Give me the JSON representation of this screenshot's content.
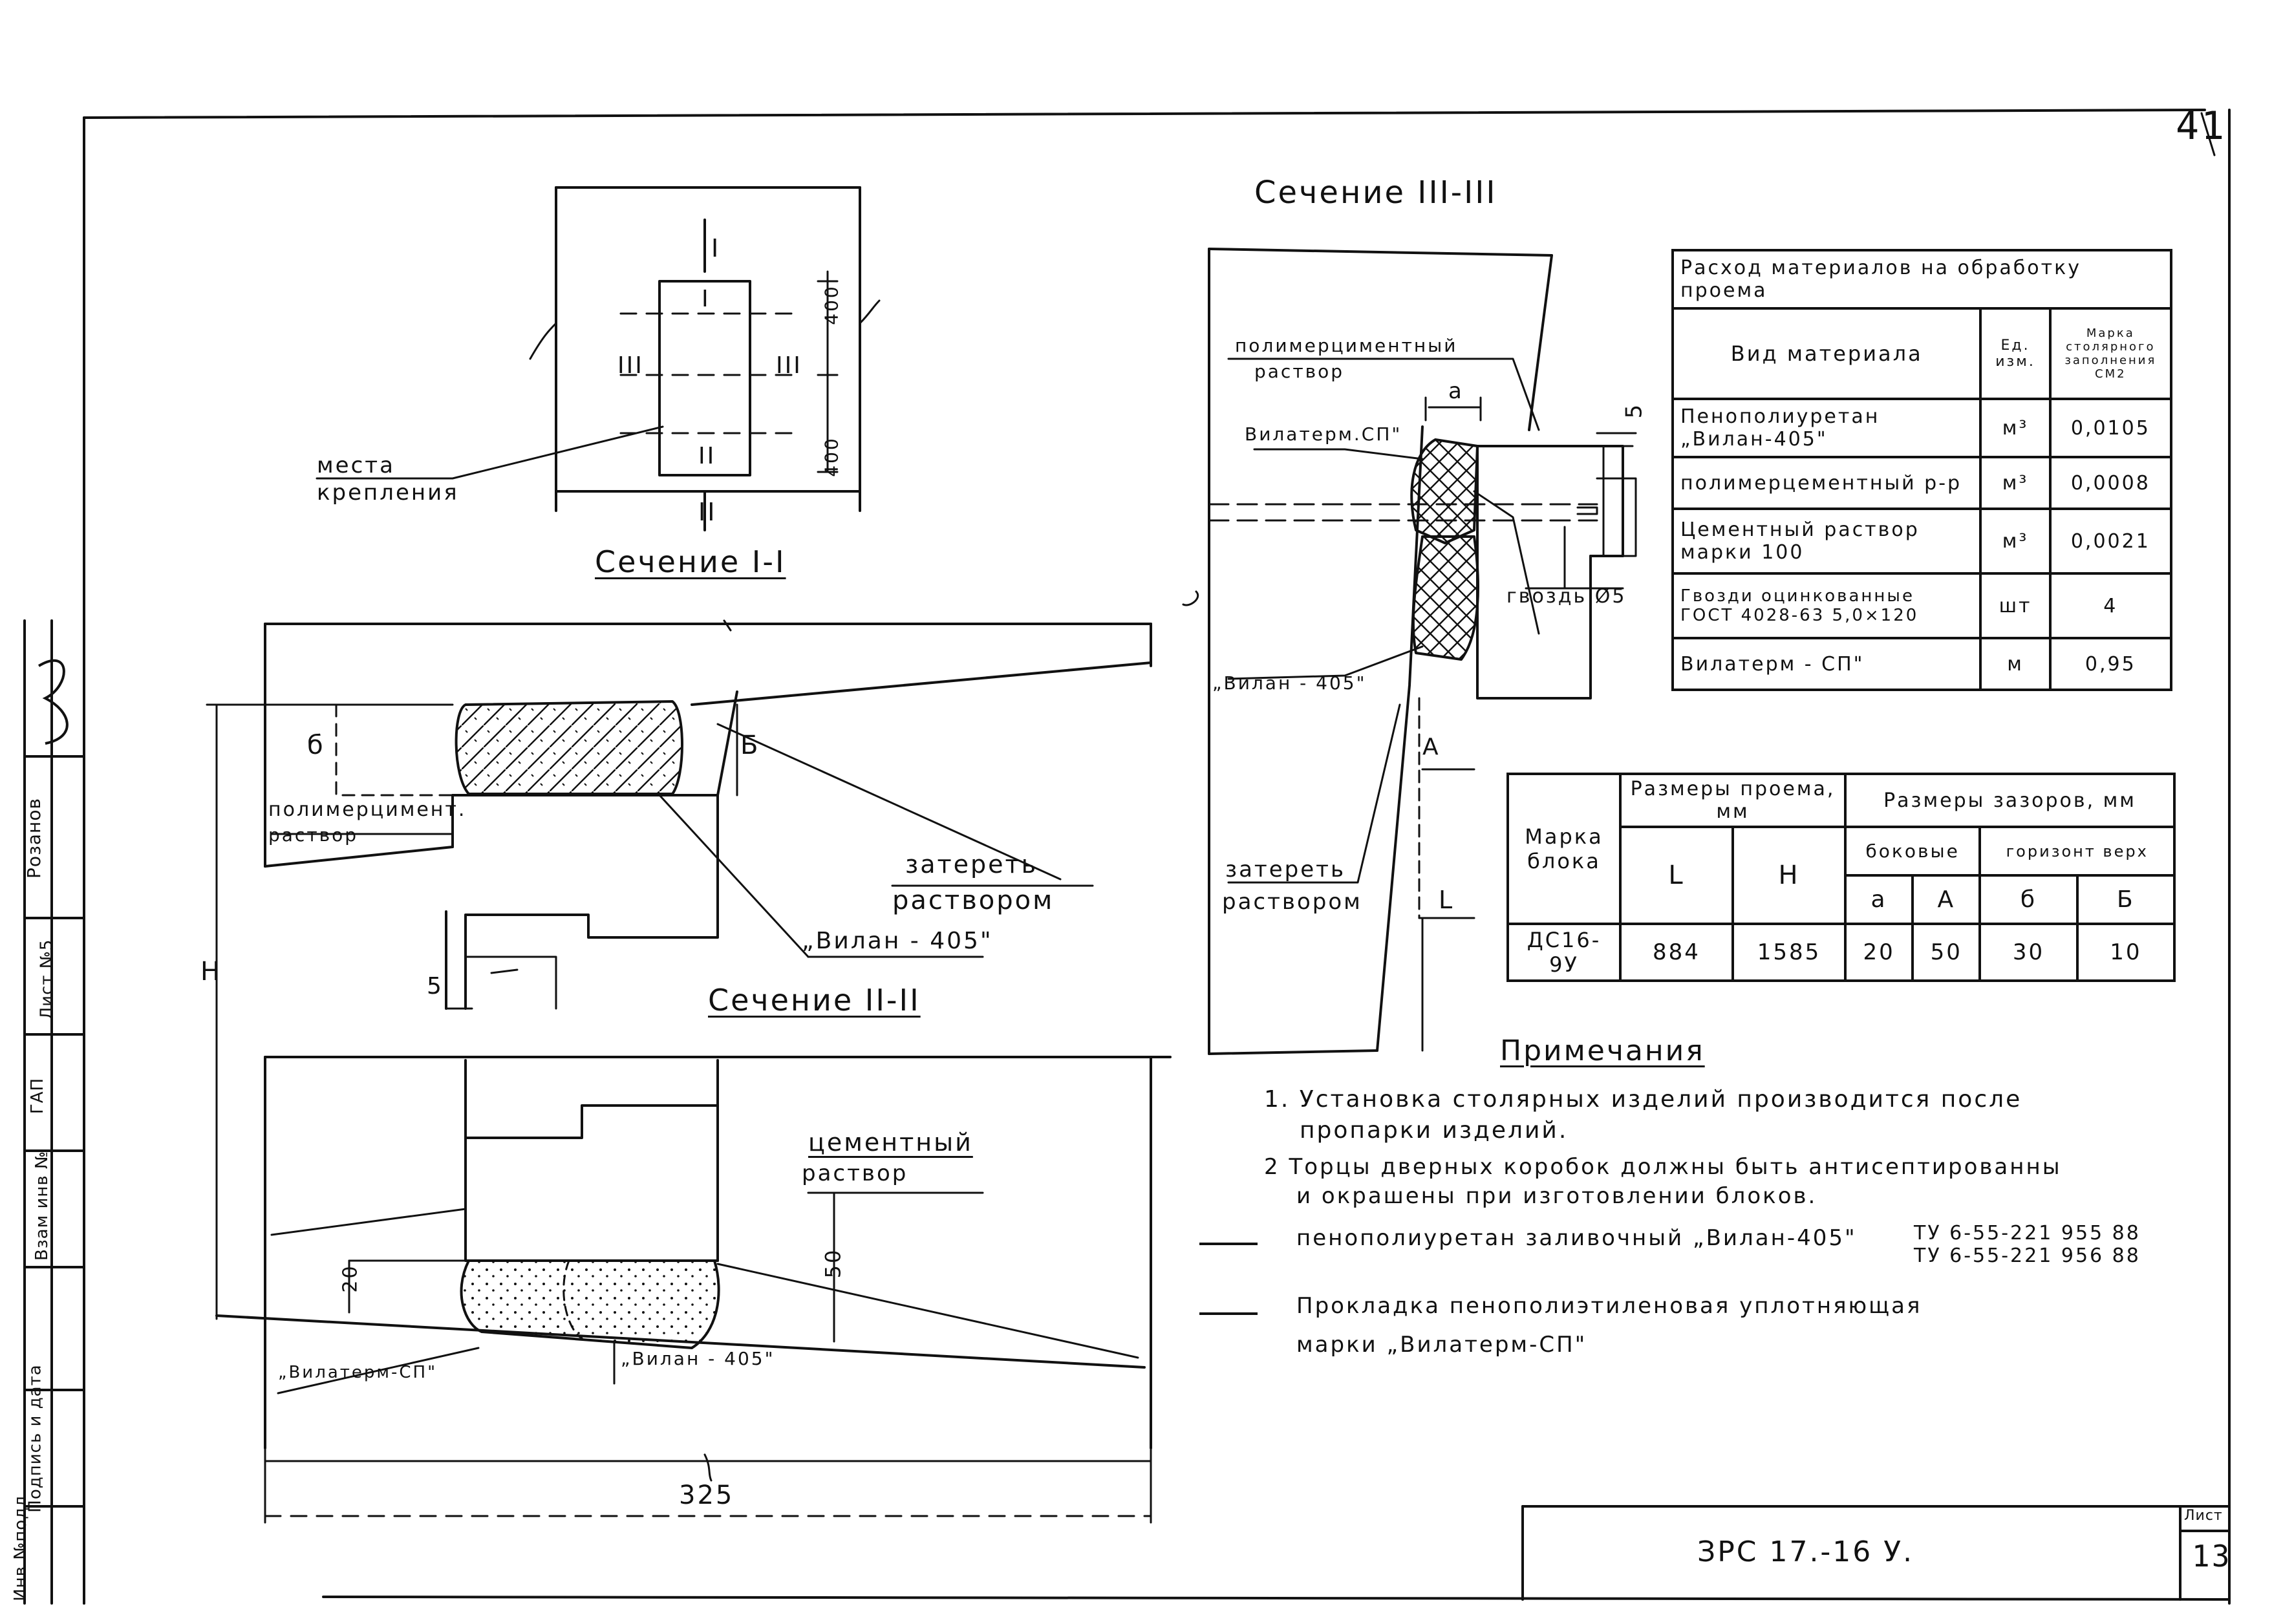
{
  "page_number": "41",
  "sections": {
    "s1": "Сечение I-I",
    "s2": "Сечение II-II",
    "s3": "Сечение III-III"
  },
  "plan": {
    "mark_I": "I",
    "mark_II": "II",
    "mark_III_left": "III",
    "mark_III_right": "III",
    "dim_top": "400",
    "dim_bottom": "400",
    "label_line1": "места",
    "label_line2": "крепления"
  },
  "s1_labels": {
    "polymer_line1": "полимерцимент.",
    "polymer_line2": "раствор",
    "small_b": "б",
    "big_B": "Б",
    "rub_line1": "затереть",
    "rub_line2": "раствором",
    "vilan": "„Вилан - 405\"",
    "dim_5": "5",
    "dim_H": "Н"
  },
  "s2_labels": {
    "cement_line1": "цементный",
    "cement_line2": "раствор",
    "dim_20": "20",
    "dim_50": "50",
    "vilaterm": "„Вилатерм-СП\"",
    "vilan": "„Вилан - 405\"",
    "dim_325": "325"
  },
  "s3_labels": {
    "polymer_line1": "полимерцимент­ный",
    "polymer_line2": "раствор",
    "vilaterm": "Вилатерм.СП\"",
    "vilan": "„Вилан - 405\"",
    "nail": "гвоздь Ø5",
    "rub_line1": "затереть",
    "rub_line2": "раствором",
    "dim_a": "а",
    "dim_5": "5",
    "dim_A": "А",
    "dim_L": "L"
  },
  "materials_table": {
    "title": "Расход материалов на обработку проема",
    "headers": [
      "Вид материала",
      "Ед. изм.",
      "Марка столярного заполнения СМ2"
    ],
    "rows": [
      {
        "material": "Пенополиуретан „Вилан-405\"",
        "unit": "м³",
        "value": "0,0105"
      },
      {
        "material": "полимерцементный р-р",
        "unit": "м³",
        "value": "0,0008"
      },
      {
        "material": "Цементный раствор марки 100",
        "unit": "м³",
        "value": "0,0021"
      },
      {
        "material": "Гвозди оцинкованные ГОСТ 4028-63 5,0×120",
        "unit": "шт",
        "value": "4"
      },
      {
        "material": "Вилатерм - СП\"",
        "unit": "м",
        "value": "0,95"
      }
    ]
  },
  "sizes_table": {
    "h_mark": "Марка блока",
    "h_opening": "Размеры проема, мм",
    "h_gaps": "Размеры зазоров, мм",
    "h_side": "боковые",
    "h_horiz": "горизонт верх",
    "cols": [
      "L",
      "Н",
      "а",
      "А",
      "б",
      "Б"
    ],
    "row": [
      "ДС16-9У",
      "884",
      "1585",
      "20",
      "50",
      "30",
      "10"
    ]
  },
  "notes": {
    "title": "Примечания",
    "n1_line1": "1. Установка столярных изделий производится после",
    "n1_line2": "пропарки изделий.",
    "n2_line1": "2 Торцы дверных коробок должны быть антисептированны",
    "n2_line2": "и окрашены при изготовлении блоков.",
    "legend1_text": "пенополиуретан заливочный „Вилан-405\"",
    "legend1_tu1": "ТУ 6-55-221 955 88",
    "legend1_tu2": "ТУ 6-55-221 956 88",
    "legend2_line1": "Прокладка пенополиэтиленовая уплотняющая",
    "legend2_line2": "марки „Вилатерм-СП\""
  },
  "side_stamp": {
    "c1": "Инв №подл",
    "c2": "Подпись и дата",
    "c3": "Взам инв №",
    "c4": "ГАП",
    "c5": "Лист №5",
    "c6": "Розанов"
  },
  "title_block": {
    "code": "ЗРС 17.-16 У.",
    "sheet_label": "Лист",
    "sheet_no": "13"
  }
}
